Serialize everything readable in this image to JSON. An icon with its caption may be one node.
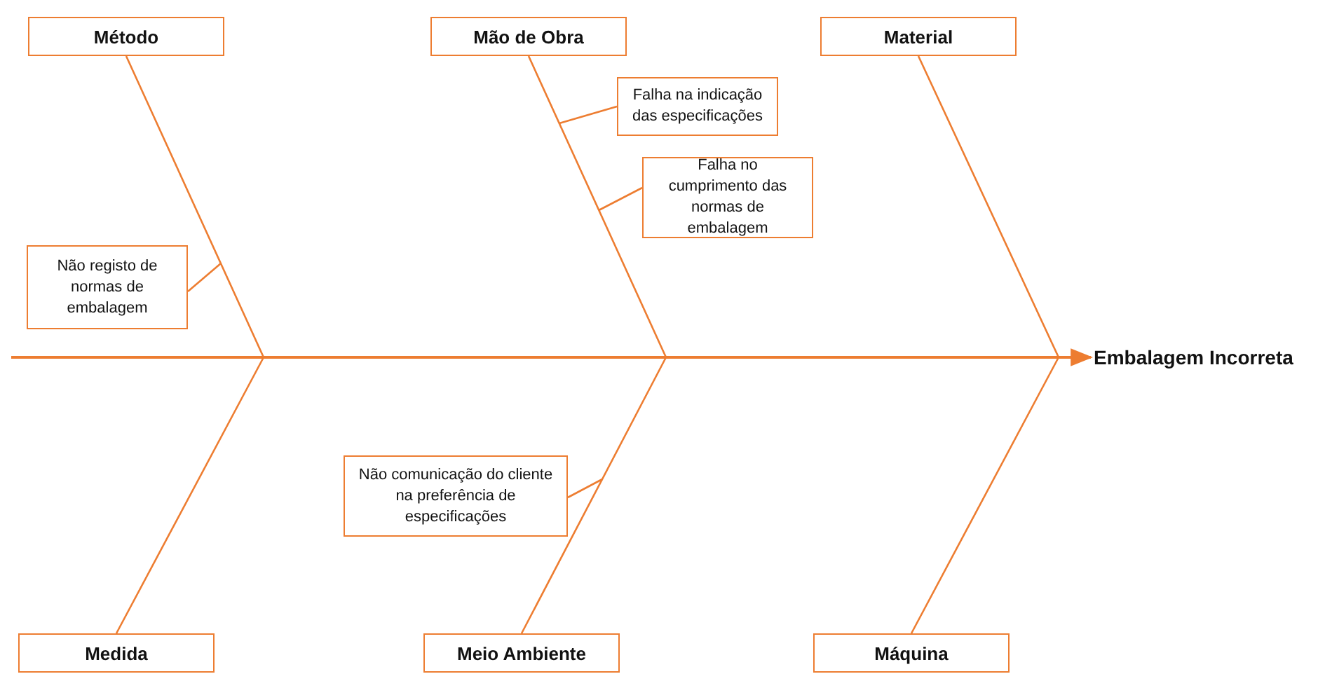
{
  "diagram": {
    "nodes": [
      {
        "text": [
          "Método"
        ]
      },
      {
        "text": [
          "Mão de Obra"
        ]
      },
      {
        "text": [
          "Material"
        ]
      },
      {
        "text": [
          "Embalagem Incorreta"
        ]
      },
      {
        "text": [
          "Não registo de normas de embalagem"
        ]
      },
      {
        "text": [
          "Falha na indicação das especificações"
        ]
      },
      {
        "text": [
          "Falha no cumprimento das normas de embalagem"
        ]
      },
      {
        "text": [
          "Não comunicação do cliente na preferência de especificações"
        ]
      },
      {
        "text": [
          "Medida"
        ]
      },
      {
        "text": [
          "Meio Ambiente"
        ]
      },
      {
        "text": [
          "Máquina"
        ]
      }
    ],
    "edges": [
      {
        "from": null,
        "to": 3,
        "arrow": "to"
      },
      {
        "from": 0,
        "to": null,
        "arrow": "none"
      },
      {
        "from": 1,
        "to": null,
        "arrow": "none"
      },
      {
        "from": 2,
        "to": null,
        "arrow": "none"
      },
      {
        "from": 4,
        "to": null,
        "arrow": "none"
      },
      {
        "from": 5,
        "to": null,
        "arrow": "none"
      },
      {
        "from": 6,
        "to": null,
        "arrow": "none"
      },
      {
        "from": 7,
        "to": null,
        "arrow": "none"
      },
      {
        "from": 8,
        "to": null,
        "arrow": "none"
      },
      {
        "from": 9,
        "to": null,
        "arrow": "none"
      },
      {
        "from": 10,
        "to": null,
        "arrow": "none"
      }
    ]
  }
}
